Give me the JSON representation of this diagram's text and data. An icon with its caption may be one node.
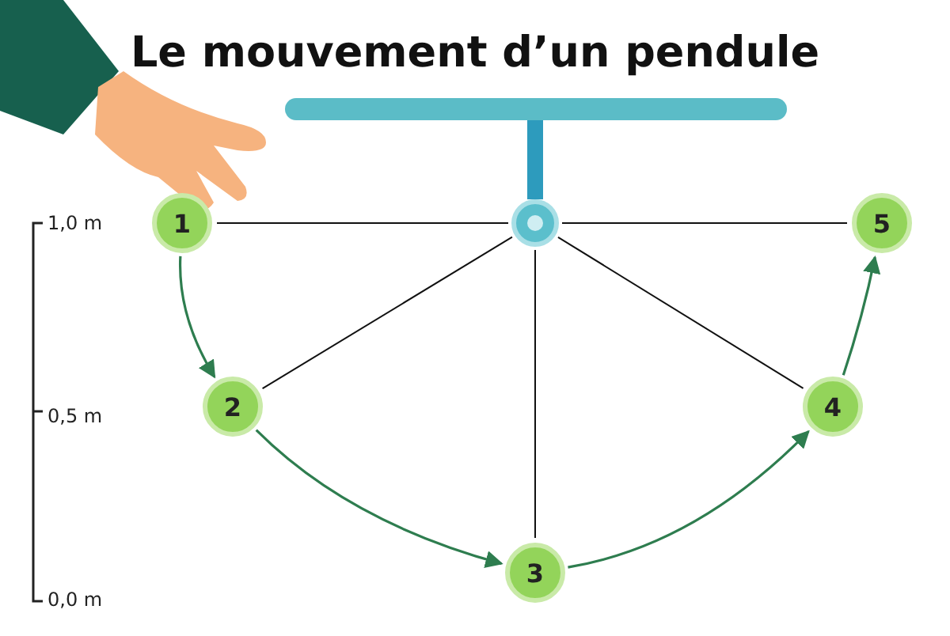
{
  "diagram": {
    "title": "Le mouvement d’un pendule",
    "nodes": [
      {
        "text": [
          "1"
        ]
      },
      {
        "text": [
          "2"
        ]
      },
      {
        "text": [
          "3"
        ]
      },
      {
        "text": [
          "4"
        ]
      },
      {
        "text": [
          "5"
        ]
      },
      {
        "text": [],
        "shape": "circle"
      }
    ],
    "edges": [
      {
        "from": 5,
        "to": 0,
        "arrow": "none"
      },
      {
        "from": 5,
        "to": 1,
        "arrow": "none"
      },
      {
        "from": 5,
        "to": 2,
        "arrow": "none"
      },
      {
        "from": 5,
        "to": 3,
        "arrow": "none"
      },
      {
        "from": 5,
        "to": 4,
        "arrow": "none"
      },
      {
        "from": 0,
        "to": 1,
        "arrow": "to",
        "color": "#2e7d4f"
      },
      {
        "from": 1,
        "to": 2,
        "arrow": "to",
        "color": "#2e7d4f"
      },
      {
        "from": 2,
        "to": 3,
        "arrow": "to",
        "color": "#2e7d4f"
      },
      {
        "from": 3,
        "to": 4,
        "arrow": "to",
        "color": "#2e7d4f"
      }
    ],
    "labels": [
      "1,0 m",
      "0,5 m",
      "0,0 m"
    ]
  }
}
